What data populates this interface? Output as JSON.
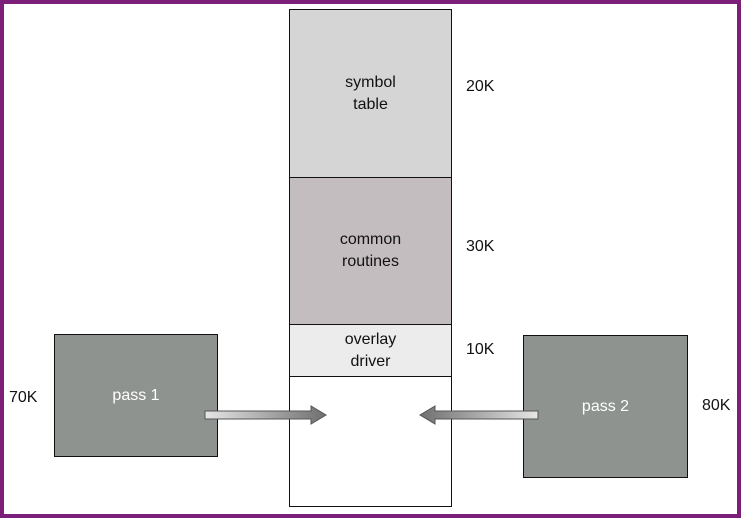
{
  "colors": {
    "frame": "#7b1f78",
    "symbol_table_fill": "#d5d5d5",
    "common_routines_fill": "#c4bdc0",
    "overlay_driver_fill": "#ececec",
    "overlay_area_fill": "#ffffff",
    "pass_fill": "#8f9390",
    "arrow_fill": "#a8aaa8"
  },
  "memory": {
    "symbol_table": {
      "line1": "symbol",
      "line2": "table",
      "size": "20K"
    },
    "common_routines": {
      "line1": "common",
      "line2": "routines",
      "size": "30K"
    },
    "overlay_driver": {
      "line1": "overlay",
      "line2": "driver",
      "size": "10K"
    }
  },
  "pass1": {
    "label": "pass 1",
    "size": "70K"
  },
  "pass2": {
    "label": "pass 2",
    "size": "80K"
  }
}
